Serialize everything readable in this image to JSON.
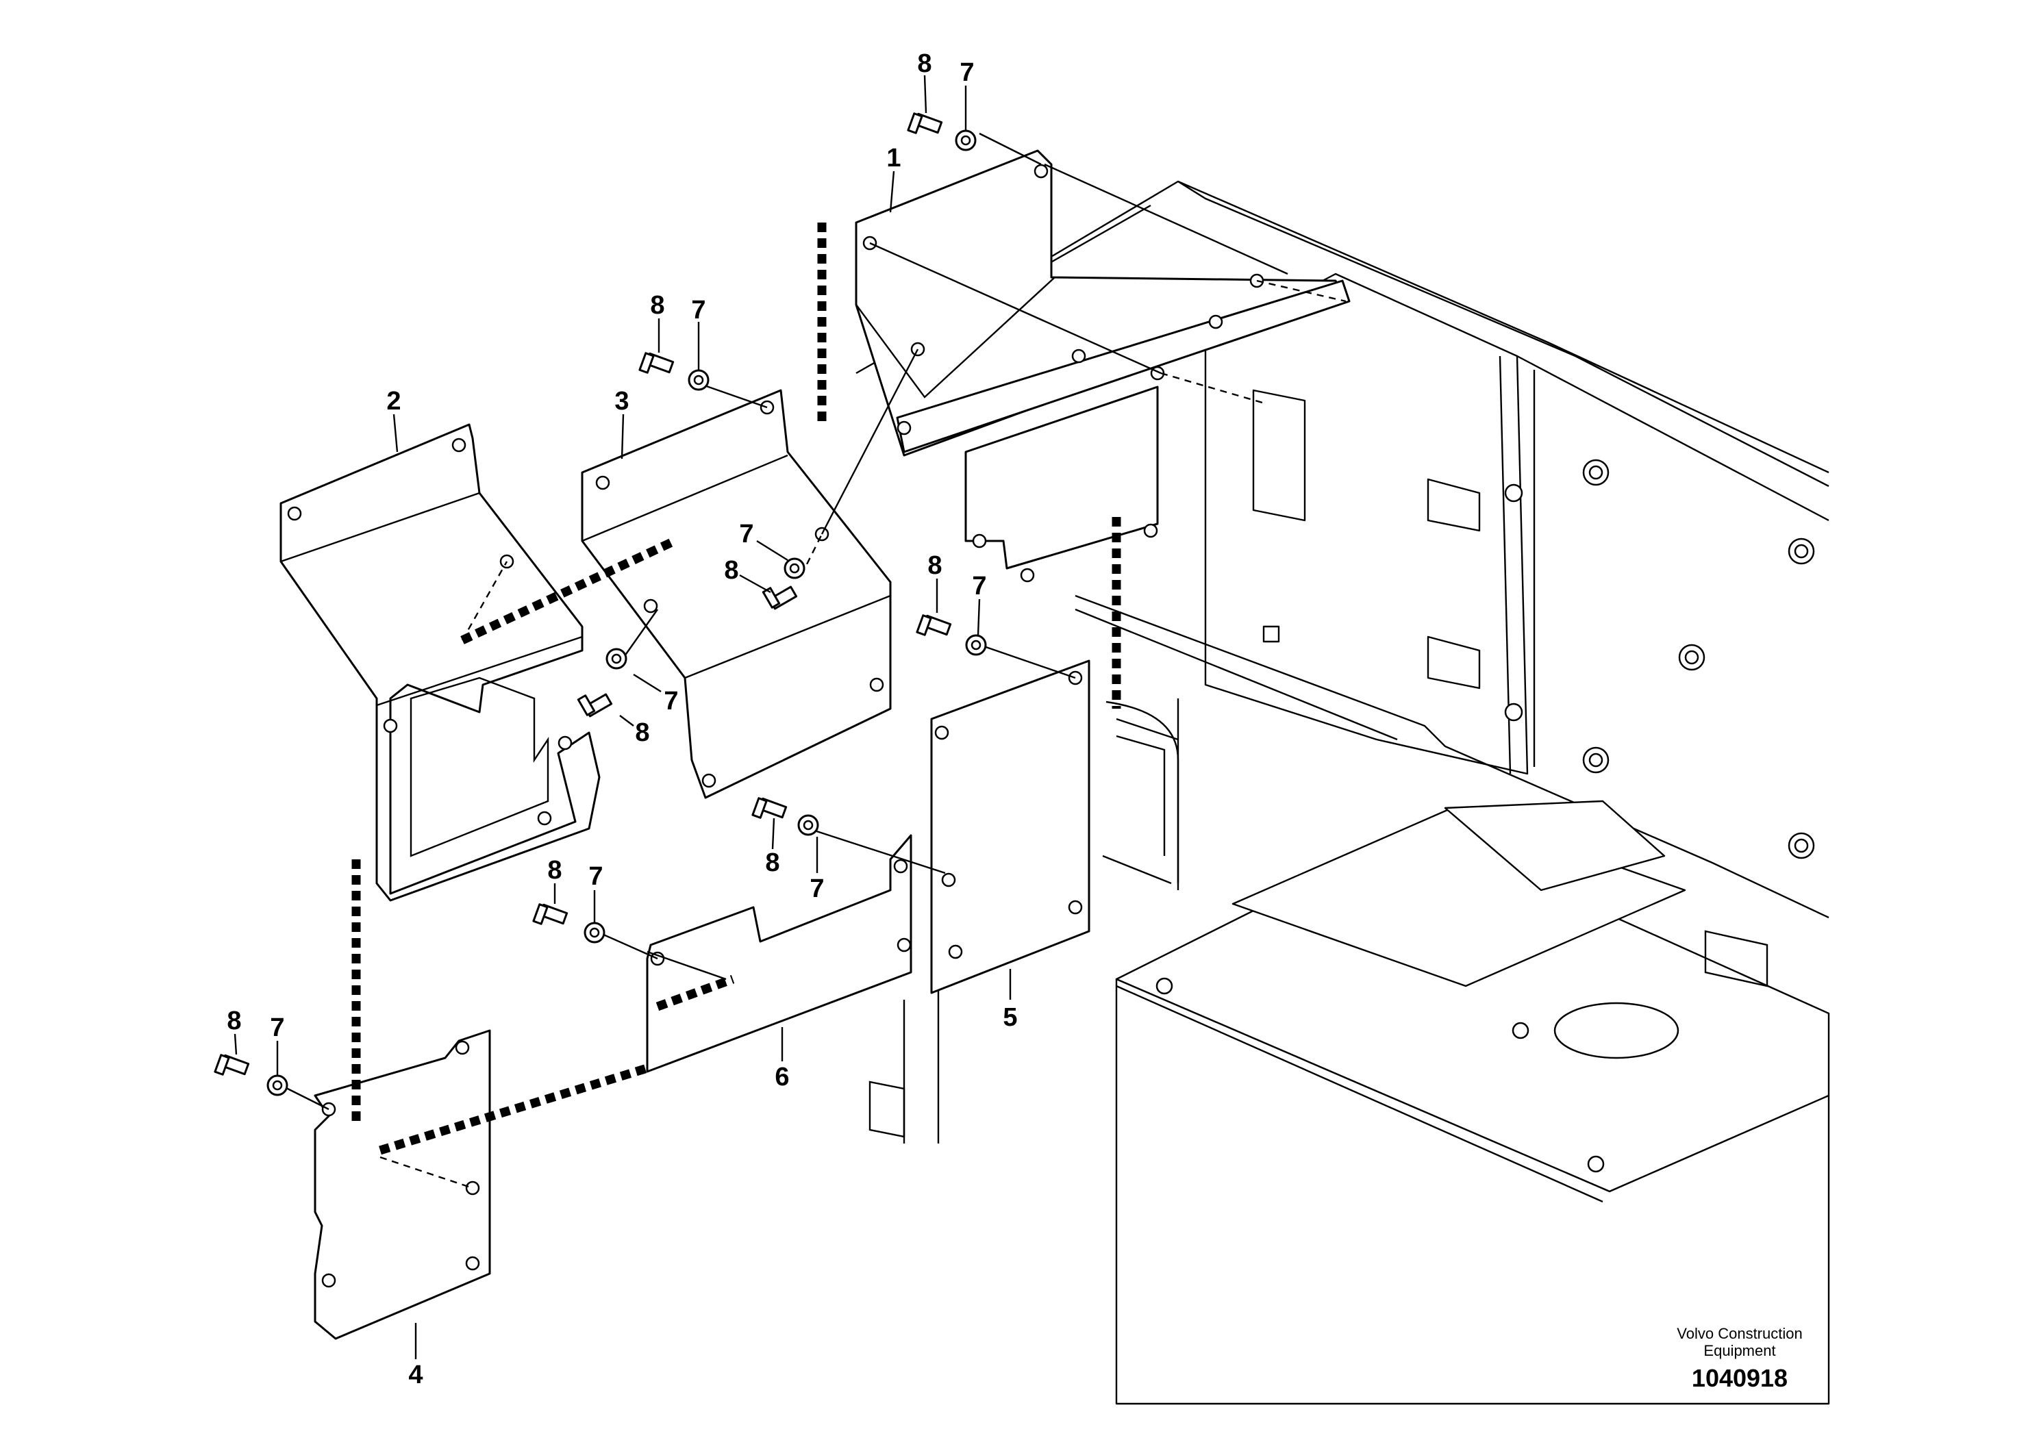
{
  "callouts": {
    "part_1": "1",
    "part_2": "2",
    "part_3": "3",
    "part_4": "4",
    "part_5": "5",
    "part_6": "6",
    "washer": "7",
    "screw": "8"
  },
  "footer": {
    "brand_line1": "Volvo Construction",
    "brand_line2": "Equipment",
    "drawing_number": "1040918"
  }
}
